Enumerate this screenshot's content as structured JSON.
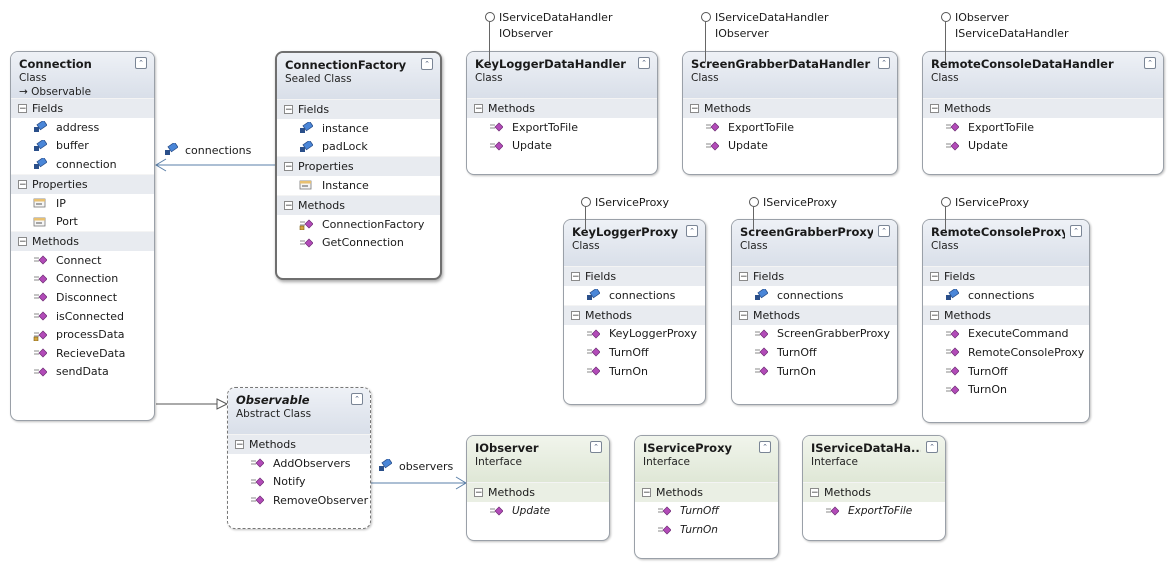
{
  "classes": [
    {
      "id": "connection",
      "title": "Connection",
      "kind": "Class",
      "base": "Observable",
      "style": "class",
      "sections": [
        {
          "name": "Fields",
          "members": [
            {
              "name": "address",
              "icon": "field-icon"
            },
            {
              "name": "buffer",
              "icon": "field-icon"
            },
            {
              "name": "connection",
              "icon": "field-icon"
            }
          ]
        },
        {
          "name": "Properties",
          "members": [
            {
              "name": "IP",
              "icon": "property-icon"
            },
            {
              "name": "Port",
              "icon": "property-icon"
            }
          ]
        },
        {
          "name": "Methods",
          "members": [
            {
              "name": "Connect",
              "icon": "method-icon"
            },
            {
              "name": "Connection",
              "icon": "method-icon"
            },
            {
              "name": "Disconnect",
              "icon": "method-icon"
            },
            {
              "name": "isConnected",
              "icon": "method-icon"
            },
            {
              "name": "processData",
              "icon": "private-method-icon"
            },
            {
              "name": "RecieveData",
              "icon": "method-icon"
            },
            {
              "name": "sendData",
              "icon": "method-icon"
            }
          ]
        }
      ]
    },
    {
      "id": "connection-factory",
      "title": "ConnectionFactory",
      "kind": "Sealed Class",
      "style": "sealed",
      "sections": [
        {
          "name": "Fields",
          "members": [
            {
              "name": "instance",
              "icon": "field-icon"
            },
            {
              "name": "padLock",
              "icon": "field-icon"
            }
          ]
        },
        {
          "name": "Properties",
          "members": [
            {
              "name": "Instance",
              "icon": "property-icon"
            }
          ]
        },
        {
          "name": "Methods",
          "members": [
            {
              "name": "ConnectionFactory",
              "icon": "private-method-icon"
            },
            {
              "name": "GetConnection",
              "icon": "method-icon"
            }
          ]
        }
      ]
    },
    {
      "id": "keylogger-data-handler",
      "title": "KeyLoggerDataHandler",
      "kind": "Class",
      "style": "class",
      "sections": [
        {
          "name": "Methods",
          "members": [
            {
              "name": "ExportToFile",
              "icon": "method-icon"
            },
            {
              "name": "Update",
              "icon": "method-icon"
            }
          ]
        }
      ]
    },
    {
      "id": "screengrabber-data-handler",
      "title": "ScreenGrabberDataHandler",
      "kind": "Class",
      "style": "class",
      "sections": [
        {
          "name": "Methods",
          "members": [
            {
              "name": "ExportToFile",
              "icon": "method-icon"
            },
            {
              "name": "Update",
              "icon": "method-icon"
            }
          ]
        }
      ]
    },
    {
      "id": "remoteconsole-data-handler",
      "title": "RemoteConsoleDataHandler",
      "kind": "Class",
      "style": "class",
      "sections": [
        {
          "name": "Methods",
          "members": [
            {
              "name": "ExportToFile",
              "icon": "method-icon"
            },
            {
              "name": "Update",
              "icon": "method-icon"
            }
          ]
        }
      ]
    },
    {
      "id": "keylogger-proxy",
      "title": "KeyLoggerProxy",
      "kind": "Class",
      "style": "class",
      "sections": [
        {
          "name": "Fields",
          "members": [
            {
              "name": "connections",
              "icon": "field-icon"
            }
          ]
        },
        {
          "name": "Methods",
          "members": [
            {
              "name": "KeyLoggerProxy",
              "icon": "method-icon"
            },
            {
              "name": "TurnOff",
              "icon": "method-icon"
            },
            {
              "name": "TurnOn",
              "icon": "method-icon"
            }
          ]
        }
      ]
    },
    {
      "id": "screengrabber-proxy",
      "title": "ScreenGrabberProxy",
      "kind": "Class",
      "style": "class",
      "sections": [
        {
          "name": "Fields",
          "members": [
            {
              "name": "connections",
              "icon": "field-icon"
            }
          ]
        },
        {
          "name": "Methods",
          "members": [
            {
              "name": "ScreenGrabberProxy",
              "icon": "method-icon"
            },
            {
              "name": "TurnOff",
              "icon": "method-icon"
            },
            {
              "name": "TurnOn",
              "icon": "method-icon"
            }
          ]
        }
      ]
    },
    {
      "id": "remoteconsole-proxy",
      "title": "RemoteConsoleProxy",
      "kind": "Class",
      "style": "class",
      "sections": [
        {
          "name": "Fields",
          "members": [
            {
              "name": "connections",
              "icon": "field-icon"
            }
          ]
        },
        {
          "name": "Methods",
          "members": [
            {
              "name": "ExecuteCommand",
              "icon": "method-icon"
            },
            {
              "name": "RemoteConsoleProxy",
              "icon": "method-icon"
            },
            {
              "name": "TurnOff",
              "icon": "method-icon"
            },
            {
              "name": "TurnOn",
              "icon": "method-icon"
            }
          ]
        }
      ]
    },
    {
      "id": "observable",
      "title": "Observable",
      "kind": "Abstract Class",
      "style": "abstract",
      "sections": [
        {
          "name": "Methods",
          "members": [
            {
              "name": "AddObservers",
              "icon": "method-icon"
            },
            {
              "name": "Notify",
              "icon": "method-icon"
            },
            {
              "name": "RemoveObserver",
              "icon": "method-icon"
            }
          ]
        }
      ]
    },
    {
      "id": "iobserver",
      "title": "IObserver",
      "kind": "Interface",
      "style": "interface",
      "sections": [
        {
          "name": "Methods",
          "members": [
            {
              "name": "Update",
              "icon": "method-icon"
            }
          ]
        }
      ]
    },
    {
      "id": "iserviceproxy",
      "title": "IServiceProxy",
      "kind": "Interface",
      "style": "interface",
      "sections": [
        {
          "name": "Methods",
          "members": [
            {
              "name": "TurnOff",
              "icon": "method-icon"
            },
            {
              "name": "TurnOn",
              "icon": "method-icon"
            }
          ]
        }
      ]
    },
    {
      "id": "iservicedatahandler",
      "title": "IServiceDataHa...",
      "kind": "Interface",
      "style": "interface",
      "sections": [
        {
          "name": "Methods",
          "members": [
            {
              "name": "ExportToFile",
              "icon": "method-icon"
            }
          ]
        }
      ]
    }
  ],
  "lollipops": [
    {
      "target": "keylogger-data-handler",
      "lines": [
        "IServiceDataHandler",
        "IObserver"
      ]
    },
    {
      "target": "screengrabber-data-handler",
      "lines": [
        "IServiceDataHandler",
        "IObserver"
      ]
    },
    {
      "target": "remoteconsole-data-handler",
      "lines": [
        "IObserver",
        "IServiceDataHandler"
      ]
    },
    {
      "target": "keylogger-proxy",
      "lines": [
        "IServiceProxy"
      ]
    },
    {
      "target": "screengrabber-proxy",
      "lines": [
        "IServiceProxy"
      ]
    },
    {
      "target": "remoteconsole-proxy",
      "lines": [
        "IServiceProxy"
      ]
    }
  ],
  "associations": [
    {
      "label": "connections",
      "from": "connection-factory",
      "to": "connection"
    },
    {
      "label": "observers",
      "from": "observable",
      "to": "iobserver"
    }
  ],
  "inheritance": [
    {
      "from": "connection",
      "to": "observable"
    }
  ],
  "collapse_glyph": "⌃",
  "section_toggle": "−",
  "colors": {
    "class_header": "#dde3ec",
    "interface_header": "#e2ead9",
    "method_icon": "#b24bb8",
    "field_icon": "#3a6cc8",
    "line": "#5a7fa8"
  }
}
